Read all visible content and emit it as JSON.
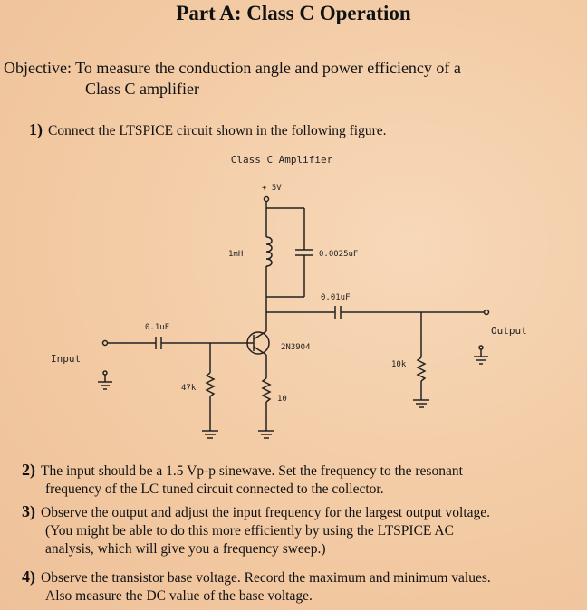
{
  "title": "Part A: Class C Operation",
  "objective": {
    "label": "Objective:",
    "line1": "To measure the conduction angle and power efficiency of a",
    "line2": "Class C amplifier"
  },
  "steps": [
    {
      "num": "1)",
      "text": "Connect the LTSPICE circuit shown in the following figure."
    },
    {
      "num": "2)",
      "line1": "The input should be a 1.5 Vp-p sinewave.  Set the frequency to the resonant",
      "line2": "frequency of the LC tuned circuit connected to the collector."
    },
    {
      "num": "3)",
      "line1": "Observe the output and adjust the input frequency for the largest output voltage.",
      "line2": "(You might be able to do this more efficiently by using the LTSPICE AC",
      "line3": "analysis, which will give you a frequency sweep.)"
    },
    {
      "num": "4)",
      "line1": "Observe the transistor base voltage. Record the maximum and minimum values.",
      "line2": "Also measure the DC value of the base voltage."
    }
  ],
  "circuit": {
    "title": "Class C Amplifier",
    "supply": "+ 5V",
    "inductor": "1mH",
    "tank_cap": "0.0025uF",
    "coupling_cap": "0.01uF",
    "input_cap": "0.1uF",
    "transistor": "2N3904",
    "input_label": "Input",
    "output_label": "Output",
    "base_res": "47k",
    "emitter_res": "10",
    "load_res": "10k"
  }
}
